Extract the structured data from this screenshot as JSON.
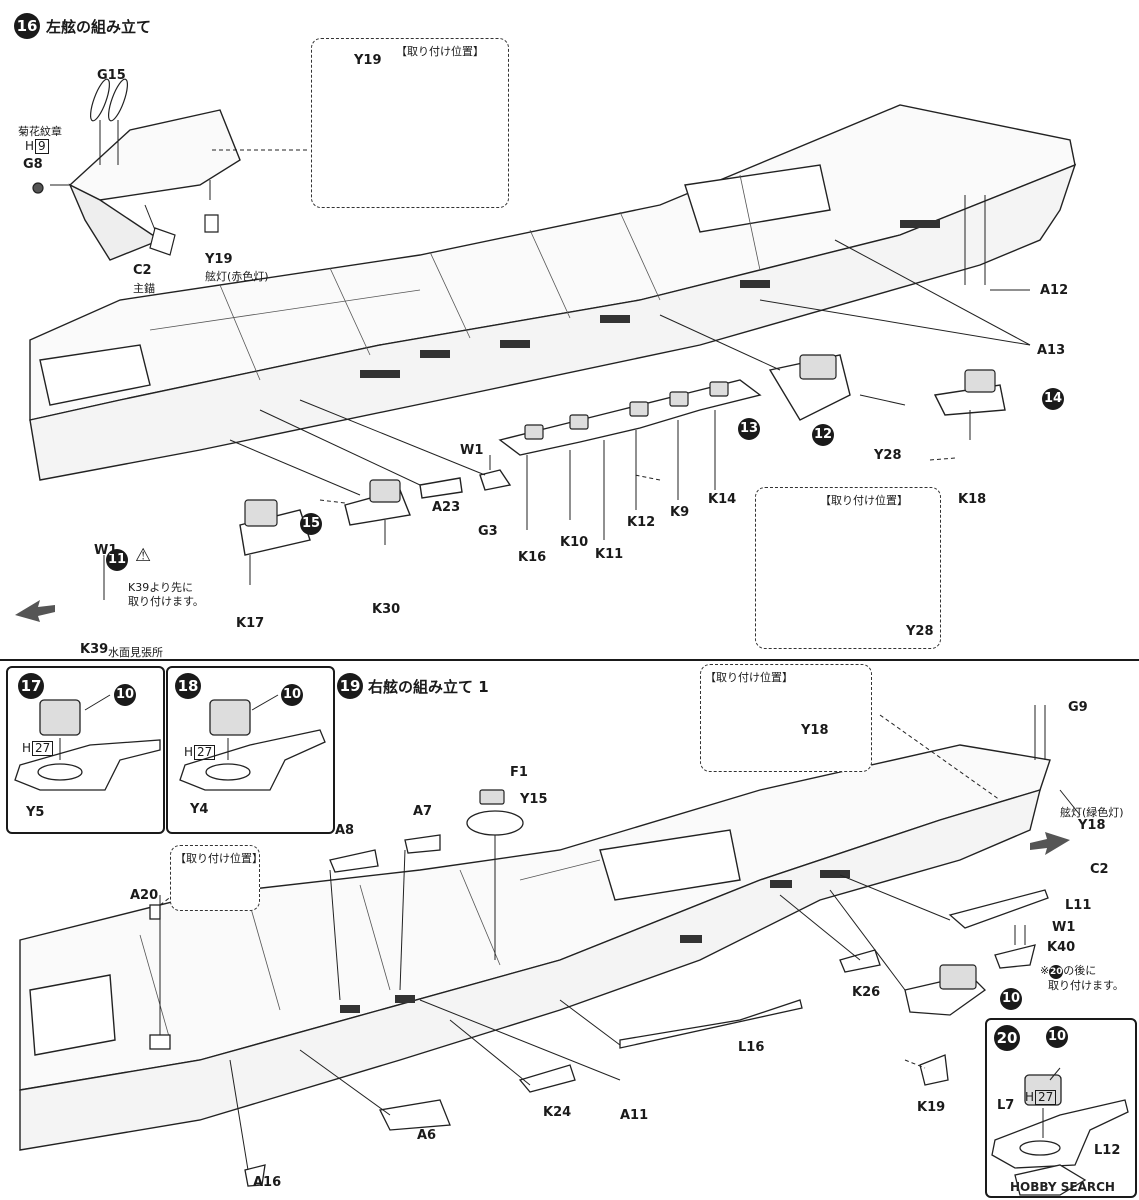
{
  "steps": {
    "s16": {
      "num": "16",
      "title": "左舷の組み立て"
    },
    "s17": {
      "num": "17"
    },
    "s18": {
      "num": "18"
    },
    "s19": {
      "num": "19",
      "title": "右舷の組み立て 1"
    },
    "s20": {
      "num": "20"
    }
  },
  "position_label": "【取り付け位置】",
  "parts_s16": {
    "G15": "G15",
    "G8": "G8",
    "C2": "C2",
    "Y19": "Y19",
    "A12": "A12",
    "A13": "A13",
    "W1": "W1",
    "G3": "G3",
    "A23": "A23",
    "K16": "K16",
    "K10": "K10",
    "K11": "K11",
    "K12": "K12",
    "K9": "K9",
    "K14": "K14",
    "Y28": "Y28",
    "K18": "K18",
    "K30": "K30",
    "K17": "K17",
    "W1b": "W1",
    "K39": "K39",
    "Y19pos": "Y19",
    "Y28pos": "Y28"
  },
  "notes_s16": {
    "chrysanthemum": "菊花紋章",
    "h_letter": "H",
    "h_num": "9",
    "main_anchor": "主錨",
    "red_light": "舷灯(赤色灯)",
    "k39_note_1": "K39より先に",
    "k39_note_2": "取り付けます。",
    "lookout": "水面見張所"
  },
  "sub_badges_s16": {
    "b13": "13",
    "b12": "12",
    "b14": "14",
    "b15": "15",
    "b11": "11"
  },
  "parts_s17": {
    "ten": "10",
    "h_letter": "H",
    "h_num": "27",
    "Y5": "Y5"
  },
  "parts_s18": {
    "ten": "10",
    "h_letter": "H",
    "h_num": "27",
    "Y4": "Y4"
  },
  "parts_s19": {
    "G9": "G9",
    "Y18": "Y18",
    "C2": "C2",
    "F1": "F1",
    "Y15": "Y15",
    "A8": "A8",
    "A7": "A7",
    "A20": "A20",
    "L11": "L11",
    "W1": "W1",
    "K40": "K40",
    "K26": "K26",
    "L16": "L16",
    "K24": "K24",
    "A11": "A11",
    "A6": "A6",
    "A16": "A16",
    "K19": "K19",
    "Y18pos": "Y18"
  },
  "notes_s19": {
    "green_light": "舷灯(緑色灯)",
    "after_20_a": "※",
    "after_20_b": "の後に",
    "after_20_c": "取り付けます。",
    "after_20_num": "20"
  },
  "parts_s20": {
    "ten": "10",
    "L7": "L7",
    "h_letter": "H",
    "h_num": "27",
    "L12": "L12"
  },
  "watermark": "HOBBY SEARCH"
}
